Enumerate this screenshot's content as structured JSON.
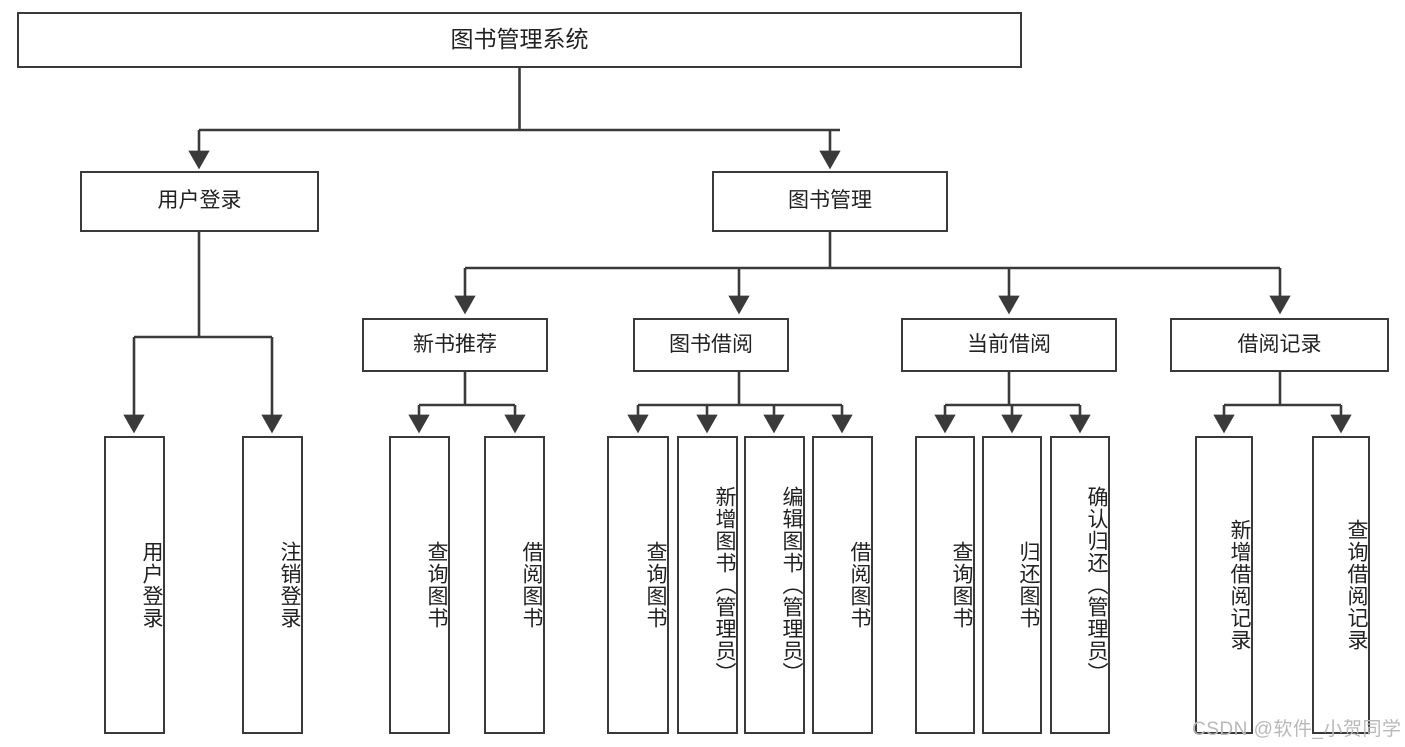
{
  "diagram": {
    "type": "tree",
    "title": "图书管理系统",
    "orientation": "top-down",
    "colors": {
      "box_border": "#3a3a3a",
      "box_fill": "#ffffff",
      "edge": "#3a3a3a",
      "text": "#222222",
      "watermark": "#b9b9b9",
      "background": "#ffffff"
    },
    "root": {
      "label": "图书管理系统"
    },
    "level2": [
      {
        "label": "用户登录"
      },
      {
        "label": "图书管理"
      }
    ],
    "level3": [
      {
        "label": "新书推荐"
      },
      {
        "label": "图书借阅"
      },
      {
        "label": "当前借阅"
      },
      {
        "label": "借阅记录"
      }
    ],
    "leaves": {
      "user_login": [
        {
          "label": "用户登录"
        },
        {
          "label": "注销登录"
        }
      ],
      "new_book_recommend": [
        {
          "label": "查询图书"
        },
        {
          "label": "借阅图书"
        }
      ],
      "book_borrow": [
        {
          "label": "查询图书"
        },
        {
          "label": "新增图书（管理员）"
        },
        {
          "label": "编辑图书（管理员）"
        },
        {
          "label": "借阅图书"
        }
      ],
      "current_borrow": [
        {
          "label": "查询图书"
        },
        {
          "label": "归还图书"
        },
        {
          "label": "确认归还（管理员）"
        }
      ],
      "borrow_record": [
        {
          "label": "新增借阅记录"
        },
        {
          "label": "查询借阅记录"
        }
      ]
    }
  },
  "watermark": {
    "text": "CSDN @软件_小贺同学"
  }
}
